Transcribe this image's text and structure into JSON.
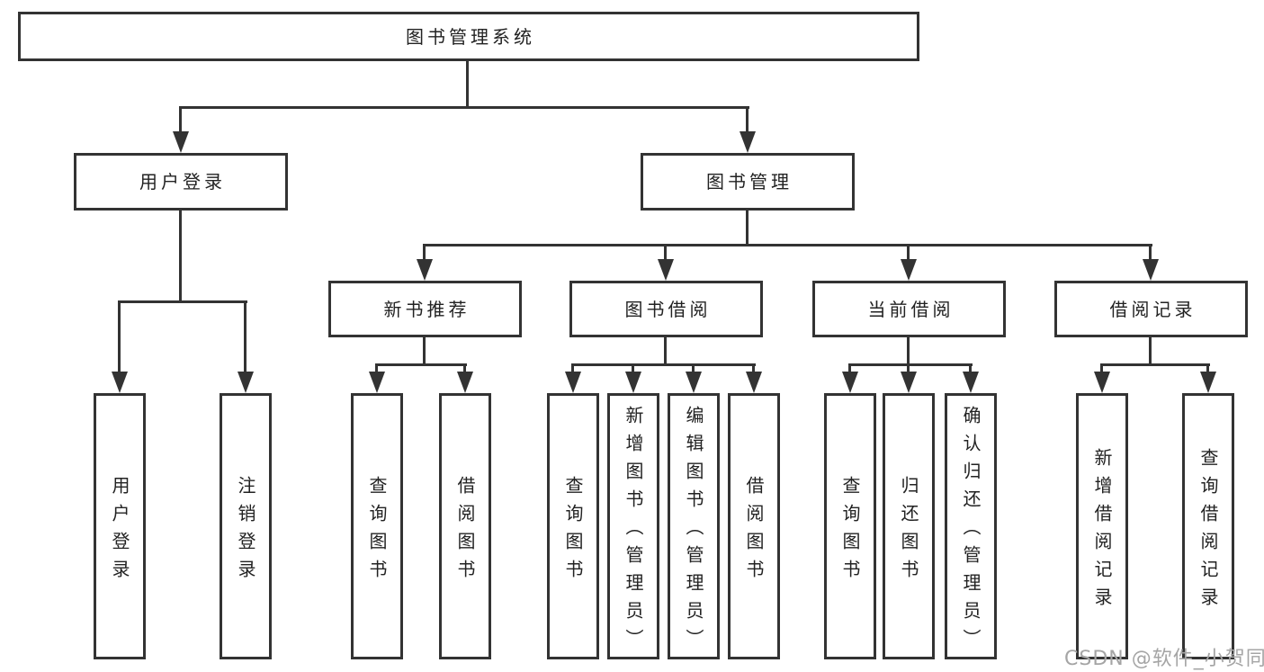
{
  "tree": {
    "root": {
      "label": "图书管理系统"
    },
    "branches": [
      {
        "label": "用户登录",
        "children": [
          {
            "label": "用户登录"
          },
          {
            "label": "注销登录"
          }
        ]
      },
      {
        "label": "图书管理",
        "children": [
          {
            "label": "新书推荐",
            "children": [
              {
                "label": "查询图书"
              },
              {
                "label": "借阅图书"
              }
            ]
          },
          {
            "label": "图书借阅",
            "children": [
              {
                "label": "查询图书"
              },
              {
                "label": "新增图书（管理员）"
              },
              {
                "label": "编辑图书（管理员）"
              },
              {
                "label": "借阅图书"
              }
            ]
          },
          {
            "label": "当前借阅",
            "children": [
              {
                "label": "查询图书"
              },
              {
                "label": "归还图书"
              },
              {
                "label": "确认归还（管理员）"
              }
            ]
          },
          {
            "label": "借阅记录",
            "children": [
              {
                "label": "新增借阅记录"
              },
              {
                "label": "查询借阅记录"
              }
            ]
          }
        ]
      }
    ]
  },
  "watermark": {
    "text": "CSDN @软件_小贺同学"
  },
  "colors": {
    "line": "#333333",
    "text": "#222222",
    "watermark": "#a5a5a5",
    "background": "#ffffff"
  }
}
